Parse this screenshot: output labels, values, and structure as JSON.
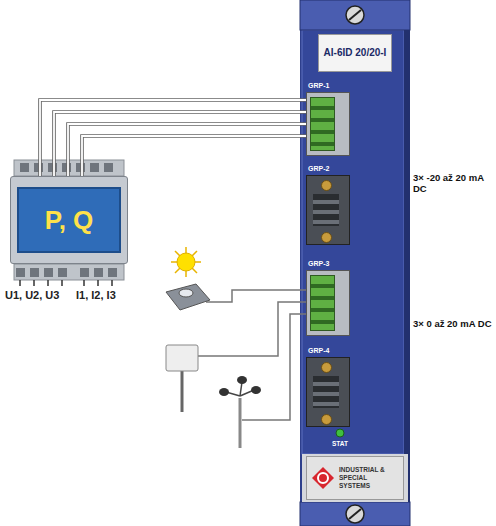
{
  "diagram": {
    "nodes": [
      {
        "text": [
          "P, Q"
        ]
      },
      {
        "text": [
          "AI-6ID 20/20-I"
        ]
      },
      {
        "text": [
          "GRP-1"
        ],
        "in": 1
      },
      {
        "text": [
          "GRP-2"
        ],
        "in": 1
      },
      {
        "text": [
          "GRP-3"
        ],
        "in": 1
      },
      {
        "text": [
          "GRP-4"
        ],
        "in": 1
      },
      {
        "text": [
          "INDUSTRIAL & SPECIAL SYSTEMS"
        ],
        "in": 1
      }
    ],
    "edges": [
      {
        "from": 0,
        "to": 2,
        "arrow": "none"
      },
      {
        "from": 0,
        "to": 2,
        "arrow": "none"
      },
      {
        "from": 0,
        "to": 2,
        "arrow": "none"
      },
      {
        "from": 0,
        "to": 2,
        "arrow": "none"
      }
    ],
    "labels": [
      "3× -20 až 20 mA DC",
      "3× 0 až 20 mA DC",
      "U1, U2, U3",
      "I1, I2, I3",
      "STAT"
    ]
  }
}
